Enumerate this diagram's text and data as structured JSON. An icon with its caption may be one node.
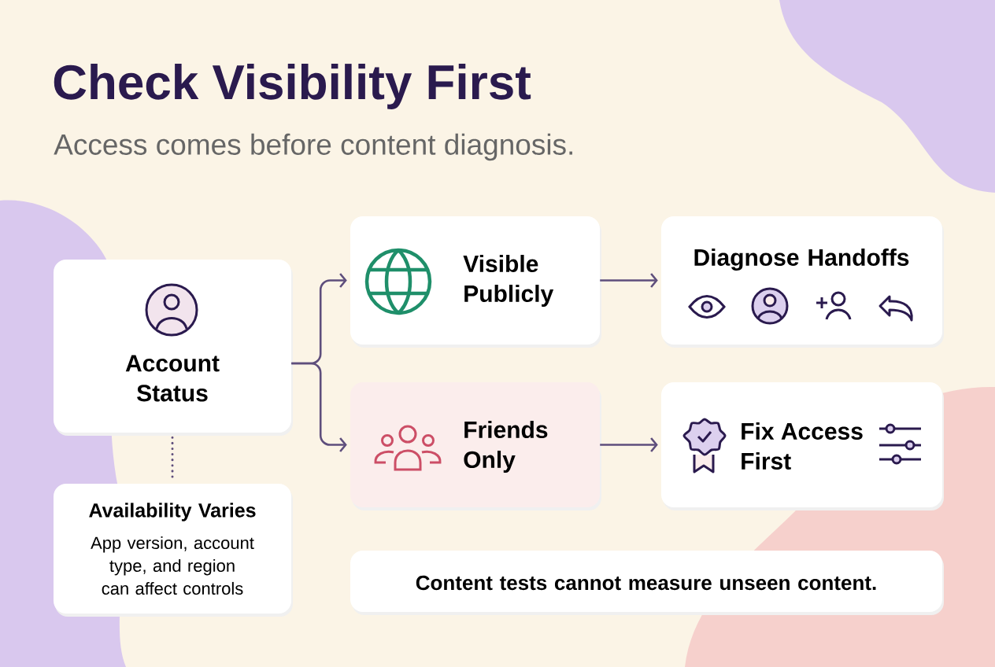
{
  "diagram": {
    "title": "Check Visibility First",
    "caption": "Access comes before content diagnosis.",
    "nodes": [
      {
        "text": [
          "Account Status"
        ]
      },
      {
        "text": [
          "Visible Publicly"
        ]
      },
      {
        "text": [
          "Diagnose Handoffs"
        ]
      },
      {
        "text": [
          "Friends Only"
        ]
      },
      {
        "text": [
          "Fix Access First"
        ]
      },
      {
        "text": [
          "Availability Varies",
          "App version, account type, and region can affect controls"
        ]
      },
      {
        "text": [
          "Content tests cannot measure unseen content."
        ]
      }
    ],
    "edges": [
      {
        "from": 0,
        "to": 1,
        "arrow": "to"
      },
      {
        "from": 0,
        "to": 3,
        "arrow": "to"
      },
      {
        "from": 1,
        "to": 2,
        "arrow": "to"
      },
      {
        "from": 3,
        "to": 4,
        "arrow": "to"
      },
      {
        "from": 0,
        "to": 5,
        "arrow": "none",
        "style": "dashed"
      }
    ]
  }
}
